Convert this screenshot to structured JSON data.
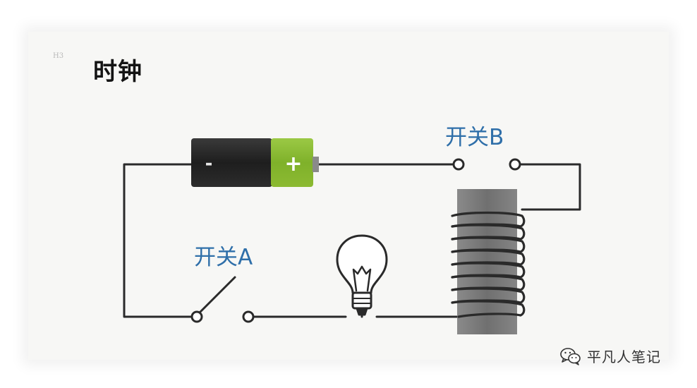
{
  "slide": {
    "page_tag": "H3",
    "title": "时钟"
  },
  "circuit": {
    "battery": {
      "negative_symbol": "-",
      "positive_symbol": "+",
      "negative_color": "#1e1e1e",
      "positive_color": "#8cba32"
    },
    "switch_a_label": "开关A",
    "switch_b_label": "开关B",
    "switch_a_state": "open",
    "switch_b_state": "open",
    "label_color": "#2f6fa9",
    "wire_color": "#2a2a2a",
    "coil_core_color": "#7d7d7d"
  },
  "watermark": {
    "icon": "wechat-icon",
    "text": "平凡人笔记"
  }
}
